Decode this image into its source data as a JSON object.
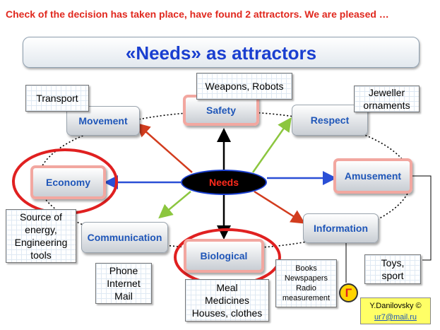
{
  "headline": "Check of the decision has taken place, have found 2 attractors. We are pleased …",
  "title": "«Needs»  as   attractors",
  "center": "Needs",
  "nodes": {
    "movement": "Movement",
    "safety": "Safety",
    "respect": "Respect",
    "economy": "Economy",
    "amusement": "Amusement",
    "communication": "Communication",
    "biological": "Biological",
    "information": "Information"
  },
  "notes": {
    "transport": "Transport",
    "weapons": "Weapons, Robots",
    "jeweller": "Jeweller\nornaments",
    "energy": "Source of\nenergy,\nEngineering\ntools",
    "phone": "Phone\nInternet\nMail",
    "meal": "Meal\nMedicines\nHouses, clothes",
    "books": "Books\nNewspapers\nRadio\nmeasurement",
    "toys": "Toys,\nsport"
  },
  "credit": {
    "name": "Y.Danilovsky ©",
    "email": "ur7@mail.ru"
  },
  "logo_glyph": "Г",
  "colors": {
    "headline": "#e0281e",
    "title": "#1a3fd0",
    "node_text": "#1f56b8",
    "attractor_ring": "#e02020",
    "arrow_red": "#d23c1e",
    "arrow_blue": "#2a4fd6",
    "arrow_green": "#8cc63f",
    "arrow_black": "#000000"
  }
}
